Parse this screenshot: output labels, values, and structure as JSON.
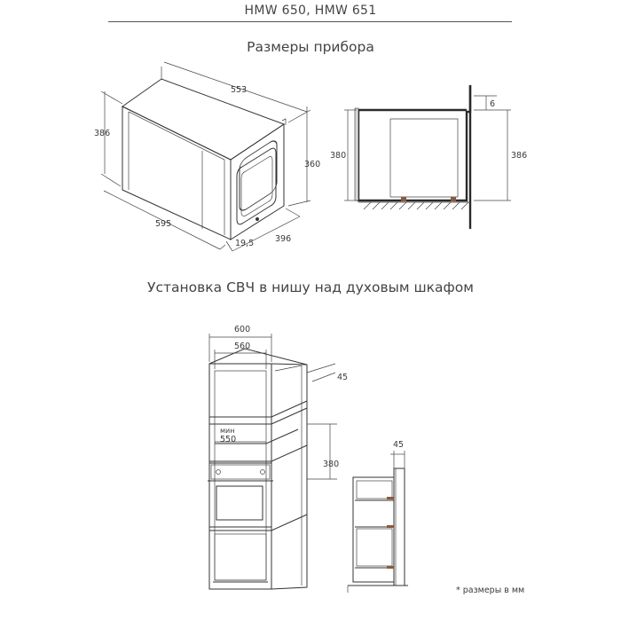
{
  "header": {
    "model": "HMW 650, HMW 651"
  },
  "section1": {
    "title": "Размеры прибора",
    "iso": {
      "depth": "553",
      "height_left": "386",
      "height_right": "360",
      "width": "595",
      "door": "19,5",
      "front_width": "396"
    },
    "side": {
      "inner_height": "380",
      "total_height": "386",
      "gap": "6"
    }
  },
  "section2": {
    "title": "Установка СВЧ в нишу над духовым шкафом",
    "cabinet": {
      "width_outer": "600",
      "width_inner": "560",
      "back_gap": "45",
      "min_label": "мин",
      "min_value": "550",
      "niche_height": "380"
    },
    "side": {
      "gap": "45"
    }
  },
  "footnote": "* размеры в мм"
}
